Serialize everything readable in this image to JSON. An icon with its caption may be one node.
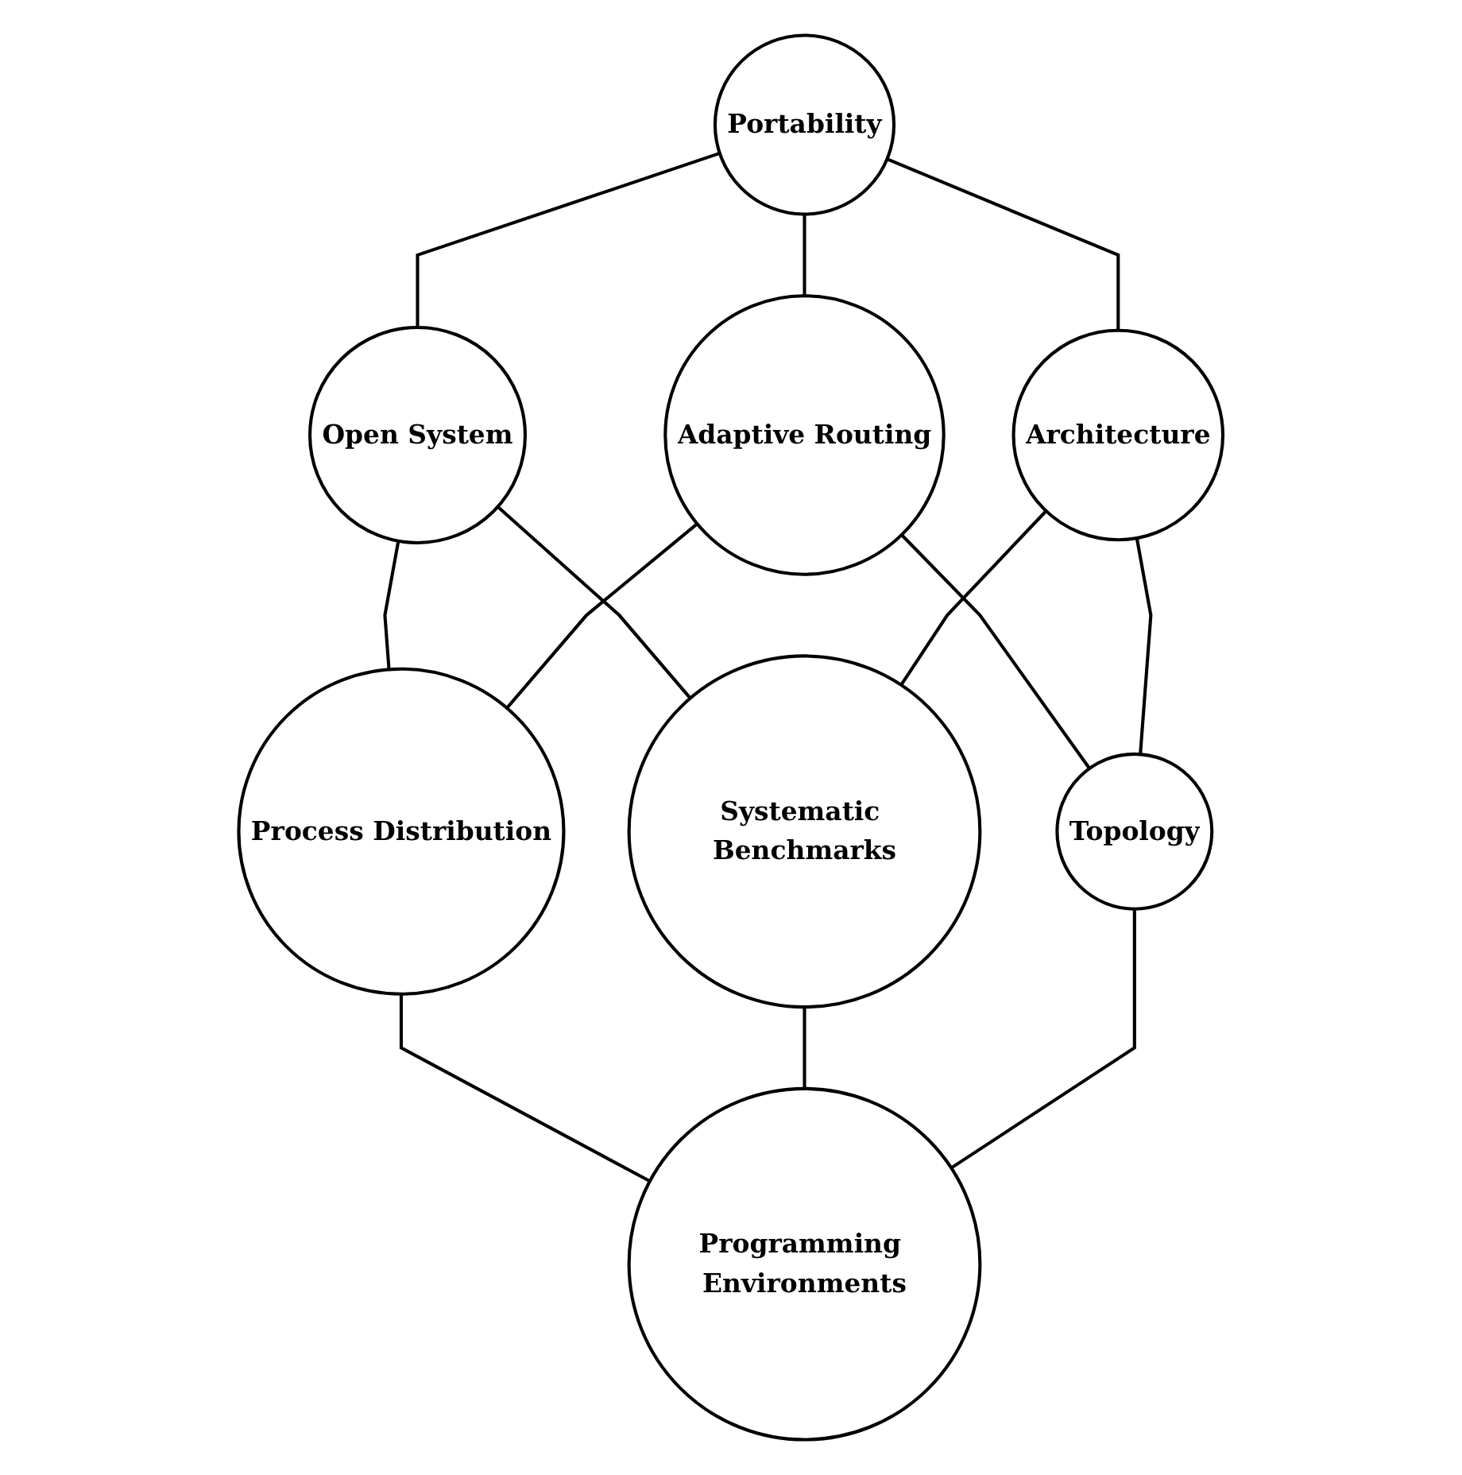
{
  "diagram": {
    "nodes": [
      {
        "text": [
          "Portability"
        ]
      },
      {
        "text": [
          "Open System"
        ]
      },
      {
        "text": [
          "Adaptive Routing"
        ]
      },
      {
        "text": [
          "Process Distribution"
        ]
      },
      {
        "text": [
          "Architecture"
        ]
      },
      {
        "text": [
          "Systematic Benchmarks"
        ]
      },
      {
        "text": [
          "Topology"
        ]
      },
      {
        "text": [
          "Programming Environments"
        ]
      }
    ],
    "edges": [
      {
        "from": 0,
        "to": 1,
        "arrow": "none"
      },
      {
        "from": 0,
        "to": 2,
        "arrow": "none"
      },
      {
        "from": 0,
        "to": 4,
        "arrow": "none"
      },
      {
        "from": 1,
        "to": 3,
        "arrow": "none"
      },
      {
        "from": 1,
        "to": 5,
        "arrow": "none"
      },
      {
        "from": 2,
        "to": 3,
        "arrow": "none"
      },
      {
        "from": 2,
        "to": 6,
        "arrow": "none"
      },
      {
        "from": 3,
        "to": 7,
        "arrow": "none"
      },
      {
        "from": 4,
        "to": 5,
        "arrow": "none"
      },
      {
        "from": 4,
        "to": 6,
        "arrow": "none"
      },
      {
        "from": 5,
        "to": 7,
        "arrow": "none"
      },
      {
        "from": 6,
        "to": 7,
        "arrow": "none"
      }
    ]
  }
}
